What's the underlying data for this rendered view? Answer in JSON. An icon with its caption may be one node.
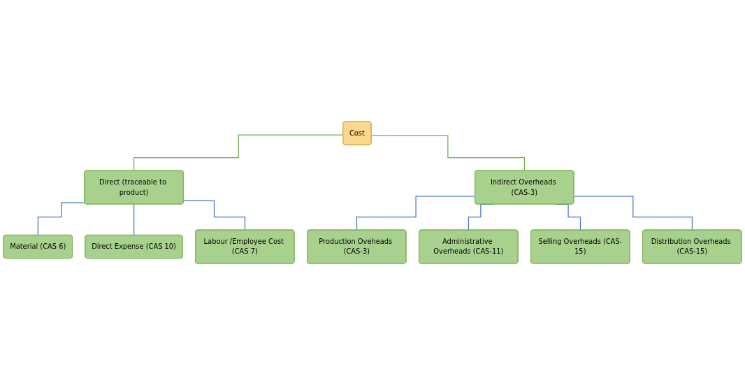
{
  "diagram": {
    "nodes": [
      {
        "text": [
          "Cost"
        ]
      },
      {
        "text": [
          "Direct (traceable to product)"
        ]
      },
      {
        "text": [
          "Indirect Overheads (CAS-3)"
        ]
      },
      {
        "text": [
          "Material (CAS 6)"
        ]
      },
      {
        "text": [
          "Direct Expense (CAS 10)"
        ]
      },
      {
        "text": [
          "Labour /Employee Cost (CAS 7)"
        ]
      },
      {
        "text": [
          "Production Oveheads (CAS-3)"
        ]
      },
      {
        "text": [
          "Administrative Overheads (CAS-11)"
        ]
      },
      {
        "text": [
          "Selling Overheads (CAS-15)"
        ]
      },
      {
        "text": [
          "Distribution Overheads (CAS-15)"
        ]
      }
    ],
    "edges": [
      {
        "from": 0,
        "to": 1,
        "arrow": "none",
        "color": "#70ad47"
      },
      {
        "from": 0,
        "to": 2,
        "arrow": "none",
        "color": "#70ad47"
      },
      {
        "from": 1,
        "to": 3,
        "arrow": "none"
      },
      {
        "from": 1,
        "to": 4,
        "arrow": "none"
      },
      {
        "from": 1,
        "to": 5,
        "arrow": "none"
      },
      {
        "from": 2,
        "to": 6,
        "arrow": "none"
      },
      {
        "from": 2,
        "to": 7,
        "arrow": "none"
      },
      {
        "from": 2,
        "to": 8,
        "arrow": "none"
      },
      {
        "from": 2,
        "to": 9,
        "arrow": "none"
      }
    ]
  }
}
